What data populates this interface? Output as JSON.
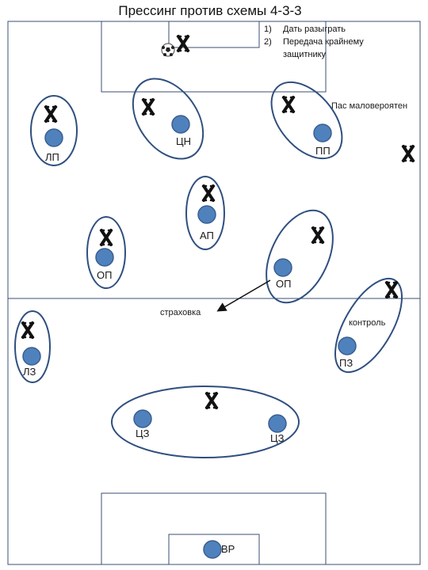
{
  "title": "Прессинг против схемы 4-3-3",
  "notes": [
    {
      "num": "1)",
      "text": "Дать разыграть"
    },
    {
      "num": "2)",
      "text": "Передача крайнему",
      "cont": "защитнику"
    }
  ],
  "annotations": {
    "pass_unlikely": "Пас маловероятен",
    "cover": "страховка",
    "control": "контроль"
  },
  "players": {
    "lp": "ЛП",
    "cn": "ЦН",
    "pp": "ПП",
    "ap": "АП",
    "op_left": "ОП",
    "op_right": "ОП",
    "lz": "ЛЗ",
    "pz": "ПЗ",
    "cz_left": "ЦЗ",
    "cz_right": "ЦЗ",
    "vr": "ВР"
  },
  "colors": {
    "player": "#4f81bd",
    "outline": "#2f4f7f",
    "marker": "#111111"
  },
  "icons": [
    "ball-icon",
    "opponent-cross-icon"
  ]
}
